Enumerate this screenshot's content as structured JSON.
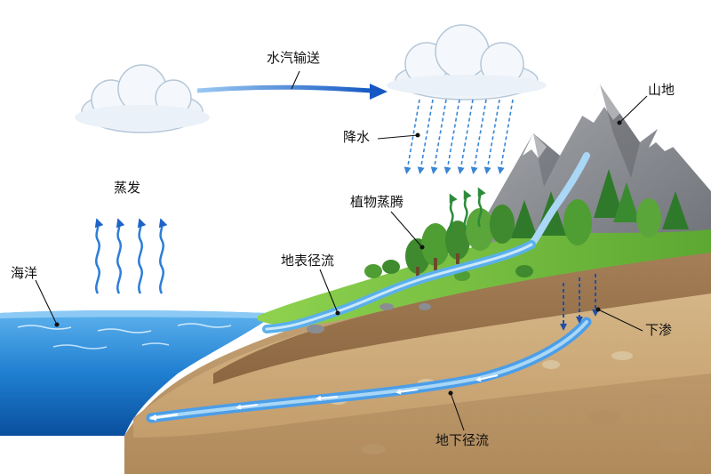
{
  "labels": {
    "vapor_transport": "水汽输送",
    "precipitation": "降水",
    "mountain": "山地",
    "evaporation": "蒸发",
    "transpiration": "植物蒸腾",
    "ocean": "海洋",
    "surface_runoff": "地表径流",
    "infiltration": "下渗",
    "groundwater_runoff": "地下径流"
  },
  "colors": {
    "ocean": "#1f7fd1",
    "river": "#5ab0ea",
    "grass": "#6cbd3f",
    "soil": "#c9a778",
    "mountain": "#8d8f95",
    "arrow_blue": "#1e64c8",
    "arrow_green": "#2e8b3a"
  }
}
